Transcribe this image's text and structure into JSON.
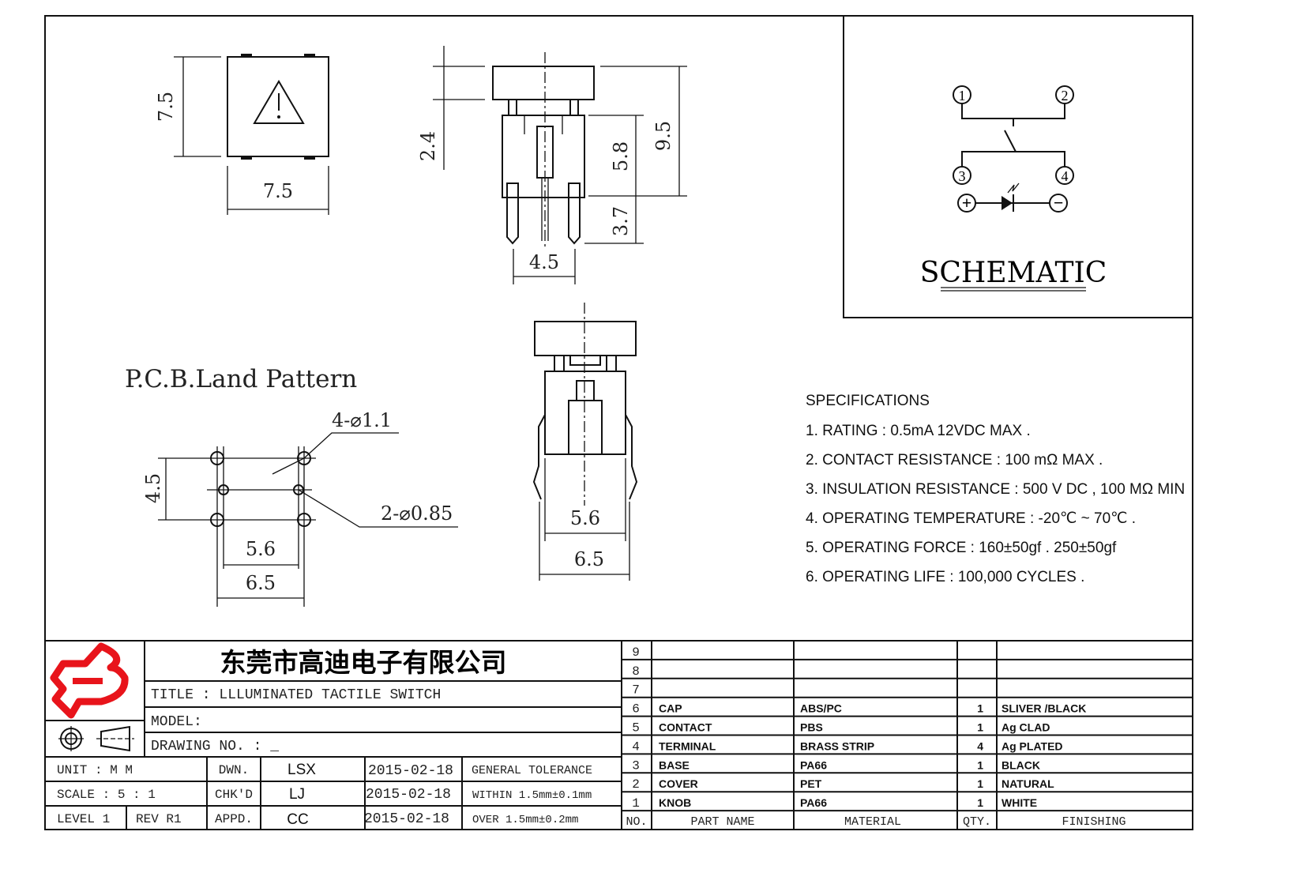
{
  "top_view": {
    "height_dim": "7.5",
    "width_dim": "7.5"
  },
  "side_view": {
    "dim_a": "2.4",
    "dim_b": "5.8",
    "dim_c": "9.5",
    "dim_d": "3.7",
    "dim_e": "4.5"
  },
  "front_view": {
    "dim_inner": "5.6",
    "dim_outer": "6.5"
  },
  "pcb": {
    "title": "P.C.B.Land Pattern",
    "hole_large": "4-⌀1.1",
    "hole_small": "2-⌀0.85",
    "dim_height": "4.5",
    "dim_inner": "5.6",
    "dim_outer": "6.5"
  },
  "schematic": {
    "title": "SCHEMATIC",
    "pins": [
      "1",
      "2",
      "3",
      "4"
    ],
    "plus": "+",
    "minus": "−"
  },
  "specifications": {
    "heading": "SPECIFICATIONS",
    "items": [
      "1. RATING : 0.5mA 12VDC MAX .",
      "2. CONTACT RESISTANCE : 100 mΩ MAX .",
      "3. INSULATION RESISTANCE : 500 V DC , 100 MΩ MIN",
      "4. OPERATING TEMPERATURE : -20℃ ~ 70℃ .",
      "5. OPERATING FORCE : 160±50gf . 250±50gf",
      "6. OPERATING LIFE : 100,000 CYCLES ."
    ]
  },
  "title_block": {
    "company": "东莞市高迪电子有限公司",
    "title": "TITLE :  LLLUMINATED TACTILE SWITCH",
    "model": "MODEL:",
    "drawing_no": "DRAWING NO.  : _",
    "unit": "UNIT   :   M M",
    "scale": "SCALE  :  5 : 1",
    "level": "LEVEL 1",
    "rev": "REV  R1",
    "dwn_label": "DWN.",
    "dwn_name": "LSX",
    "dwn_date": "2015-02-18",
    "chk_label": "CHK'D",
    "chk_name": "LJ",
    "chk_date": "2015-02-18",
    "appd_label": "APPD.",
    "appd_name": "CC",
    "appd_date": "2015-02-18",
    "tol_title": "GENERAL TOLERANCE",
    "tol_within": "WITHIN 1.5mm±0.1mm",
    "tol_over": "OVER   1.5mm±0.2mm",
    "logo_color": "#e8141b"
  },
  "parts_table": {
    "headers": [
      "NO.",
      "PART  NAME",
      "MATERIAL",
      "QTY.",
      "FINISHING"
    ],
    "rows": [
      {
        "no": "9",
        "name": "",
        "material": "",
        "qty": "",
        "finishing": ""
      },
      {
        "no": "8",
        "name": "",
        "material": "",
        "qty": "",
        "finishing": ""
      },
      {
        "no": "7",
        "name": "",
        "material": "",
        "qty": "",
        "finishing": ""
      },
      {
        "no": "6",
        "name": "CAP",
        "material": "ABS/PC",
        "qty": "1",
        "finishing": "SLIVER /BLACK"
      },
      {
        "no": "5",
        "name": "CONTACT",
        "material": "PBS",
        "qty": "1",
        "finishing": "Ag CLAD"
      },
      {
        "no": "4",
        "name": "TERMINAL",
        "material": "BRASS STRIP",
        "qty": "4",
        "finishing": "Ag PLATED"
      },
      {
        "no": "3",
        "name": "BASE",
        "material": "PA66",
        "qty": "1",
        "finishing": "BLACK"
      },
      {
        "no": "2",
        "name": "COVER",
        "material": "PET",
        "qty": "1",
        "finishing": "NATURAL"
      },
      {
        "no": "1",
        "name": "KNOB",
        "material": "PA66",
        "qty": "1",
        "finishing": "WHITE"
      }
    ]
  }
}
